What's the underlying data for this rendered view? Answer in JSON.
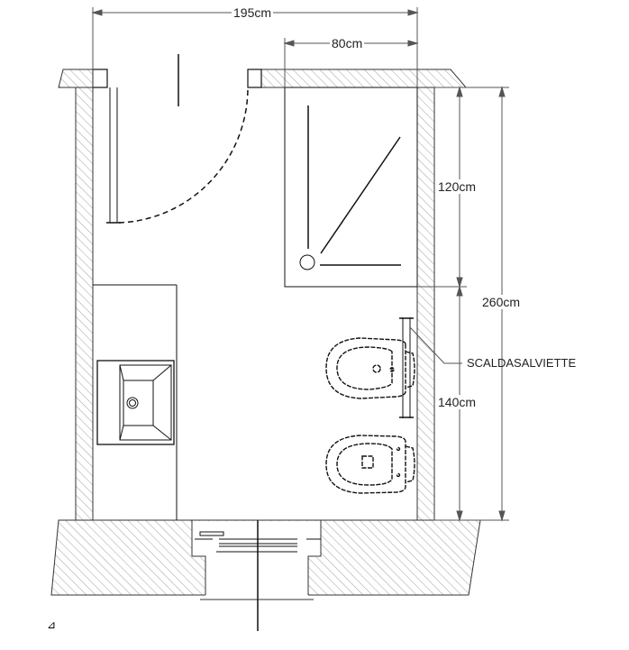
{
  "dimensions": {
    "total_width": "195cm",
    "shower_width": "80cm",
    "shower_depth": "120cm",
    "total_length": "260cm",
    "wc_zone_length": "140cm"
  },
  "annotations": {
    "towel_warmer": "SCALDASALVIETTE"
  },
  "colors": {
    "line": "#111111",
    "hatch": "#9a9a9a",
    "dim": "#555555"
  }
}
